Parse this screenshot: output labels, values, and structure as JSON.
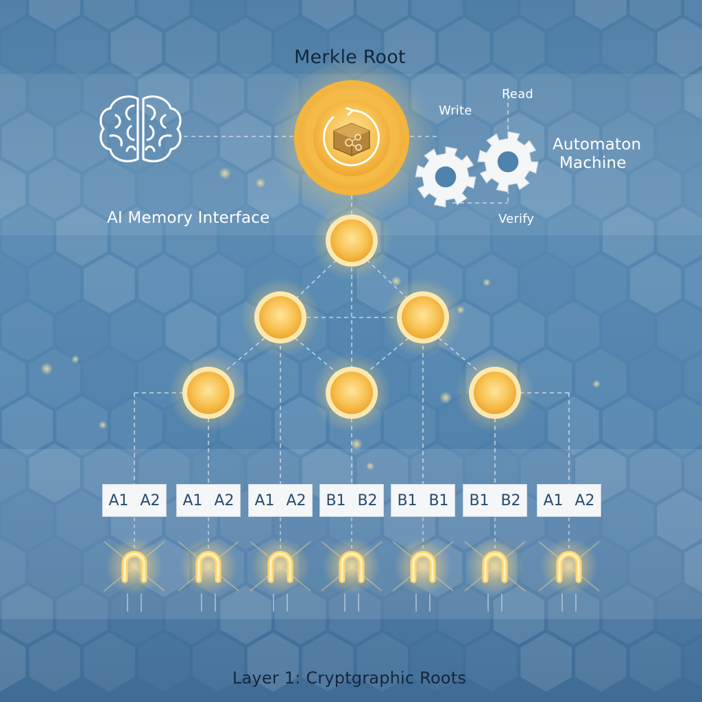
{
  "title": "Merkle Root",
  "left_label": "AI Memory Interface",
  "right_label_line1": "Automaton",
  "right_label_line2": "Machine",
  "edge_write": "Write",
  "edge_read": "Read",
  "edge_verify": "Verify",
  "footer": "Layer 1: Cryptgraphic Roots",
  "leaves": [
    {
      "a": "A1",
      "b": "A2"
    },
    {
      "a": "A1",
      "b": "A2"
    },
    {
      "a": "A1",
      "b": "A2"
    },
    {
      "a": "B1",
      "b": "B2"
    },
    {
      "a": "B1",
      "b": "B1"
    },
    {
      "a": "B1",
      "b": "B2"
    },
    {
      "a": "A1",
      "b": "A2"
    }
  ],
  "colors": {
    "background": "#4f82ad",
    "node_gold": "#f3b53e",
    "node_glow": "#ffe6a6",
    "line": "#d8e4ee",
    "cell_bg": "#f4f6f8",
    "cell_text": "#274a6e"
  },
  "icons": [
    "brain-icon",
    "merkle-cube-icon",
    "gear-icon",
    "magnet-icon"
  ]
}
